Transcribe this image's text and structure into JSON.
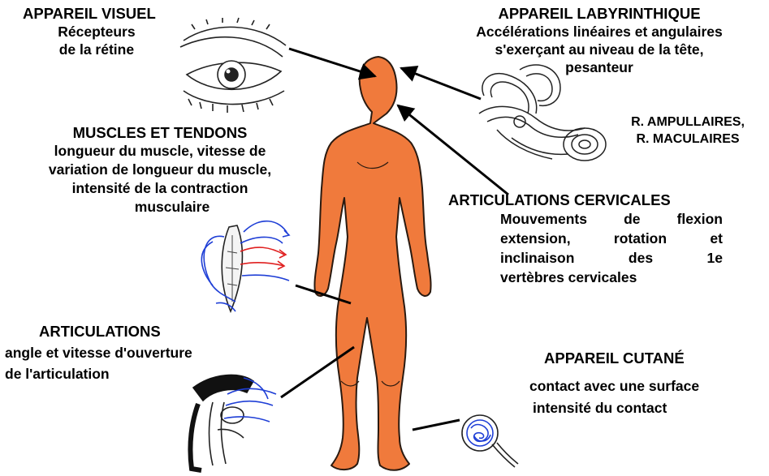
{
  "visuel": {
    "title": "APPAREIL VISUEL",
    "line1": "Récepteurs",
    "line2": "de la rétine"
  },
  "labyrinthique": {
    "title": "APPAREIL LABYRINTHIQUE",
    "line1": "Accélérations linéaires et angulaires",
    "line2": "s'exerçant au niveau de la tête,",
    "line3": "pesanteur",
    "r1": "R. AMPULLAIRES,",
    "r2": "R. MACULAIRES"
  },
  "muscles": {
    "title": "MUSCLES ET TENDONS",
    "line1": "longueur du muscle, vitesse de",
    "line2": "variation de longueur du muscle,",
    "line3": "intensité de la contraction",
    "line4": "musculaire"
  },
  "cervicales": {
    "title": "ARTICULATIONS CERVICALES",
    "line1": "Mouvements de flexion",
    "line2": "extension, rotation et",
    "line3": "inclinaison des 1e",
    "line4": "vertèbres cervicales"
  },
  "articulations": {
    "title": "ARTICULATIONS",
    "line1": "angle et vitesse d'ouverture",
    "line2": "de l'articulation"
  },
  "cutane": {
    "title": "APPAREIL CUTANÉ",
    "line1": "contact avec une surface",
    "line2": "intensité du contact"
  },
  "colors": {
    "body": "#F07A3C",
    "body_outline": "#2a1a10",
    "nerve_blue": "#1f3fd6",
    "muscle_red": "#e02020"
  },
  "icons": [
    "eye-icon",
    "inner-ear-icon",
    "muscle-spindle-icon",
    "knee-joint-icon",
    "skin-receptor-icon"
  ]
}
